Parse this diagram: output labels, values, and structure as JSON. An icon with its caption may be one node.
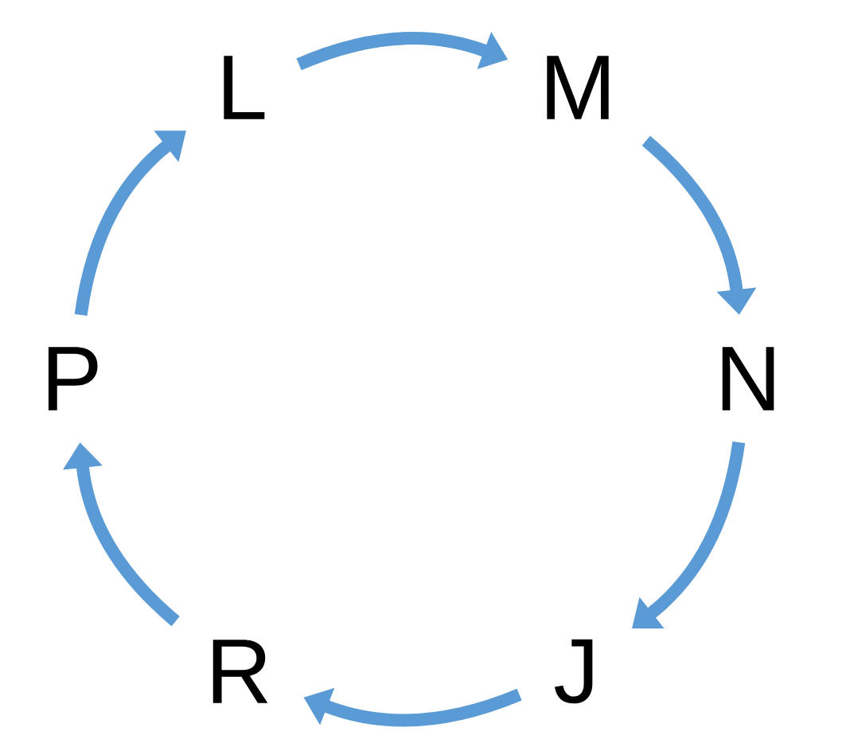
{
  "diagram": {
    "nodes": [
      {
        "text": [
          "L"
        ]
      },
      {
        "text": [
          "M"
        ]
      },
      {
        "text": [
          "N"
        ]
      },
      {
        "text": [
          "J"
        ]
      },
      {
        "text": [
          "R"
        ]
      },
      {
        "text": [
          "P"
        ]
      }
    ],
    "edges": [
      {
        "from": 0,
        "to": 1,
        "arrow": "to"
      },
      {
        "from": 1,
        "to": 2,
        "arrow": "to"
      },
      {
        "from": 2,
        "to": 3,
        "arrow": "to"
      },
      {
        "from": 3,
        "to": 4,
        "arrow": "to"
      },
      {
        "from": 4,
        "to": 5,
        "arrow": "to"
      },
      {
        "from": 5,
        "to": 0,
        "arrow": "to"
      }
    ]
  }
}
